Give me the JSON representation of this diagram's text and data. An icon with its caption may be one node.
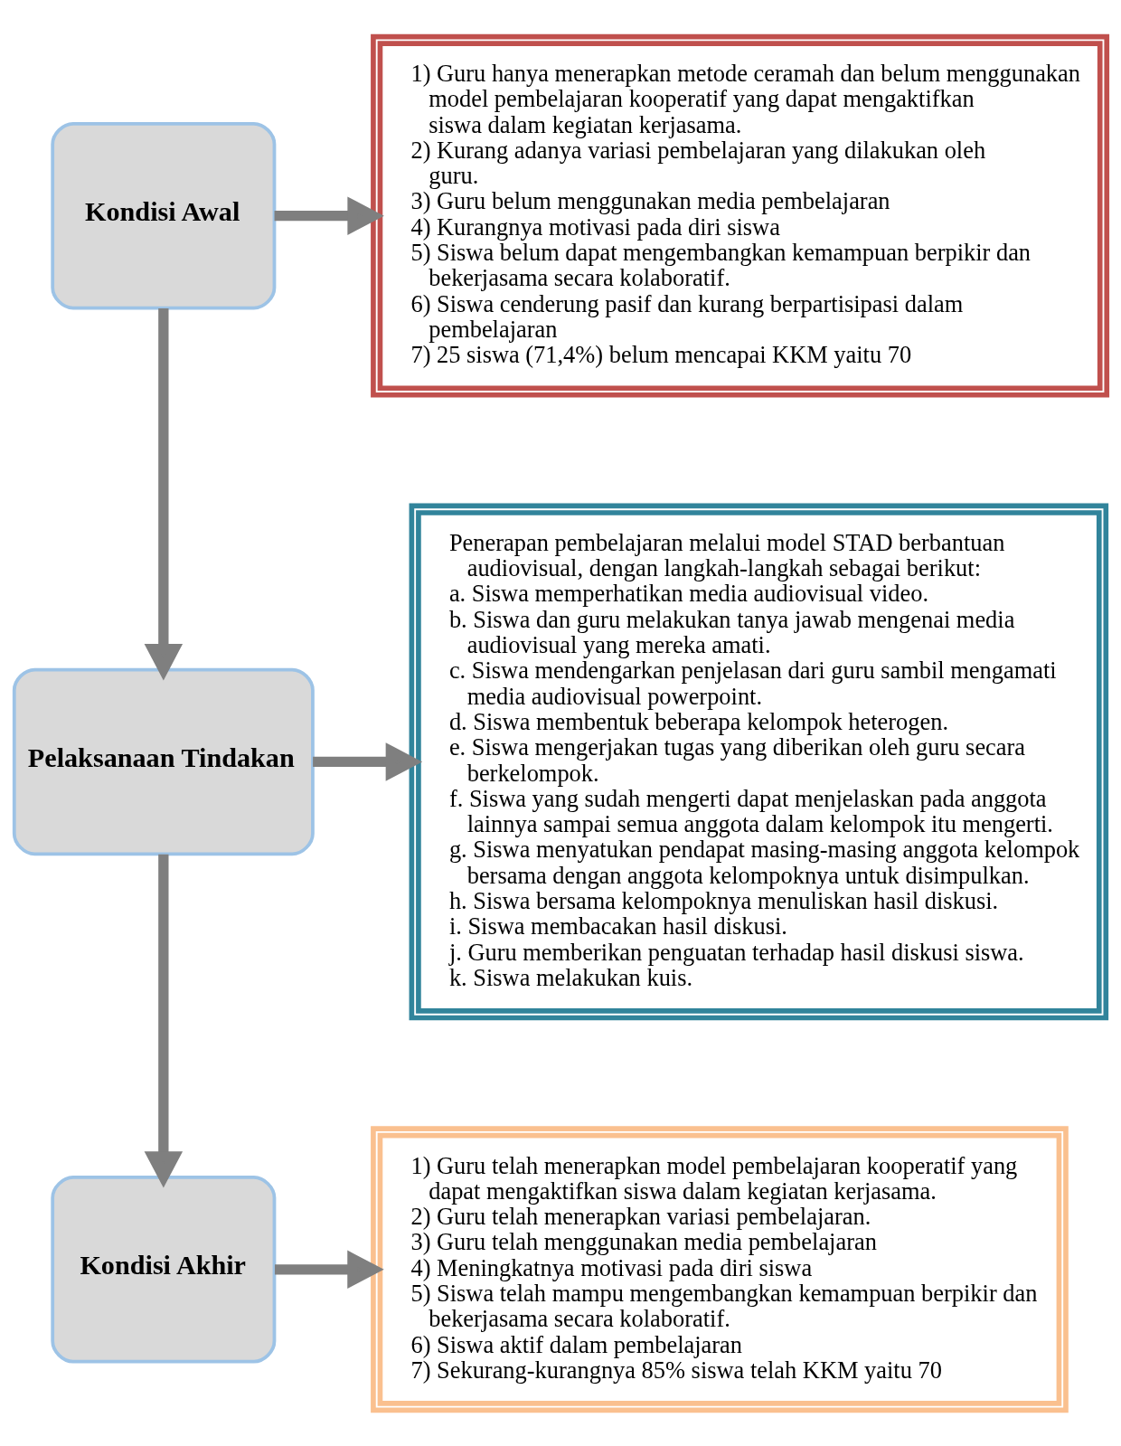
{
  "diagram": {
    "nodes": [
      {
        "text": [
          "Kondisi Awal"
        ]
      },
      {
        "text": [
          "1) Guru hanya menerapkan metode ceramah dan belum menggunakan model pembelajaran kooperatif yang dapat mengaktifkan siswa dalam kegiatan kerjasama.",
          "2) Kurang adanya variasi pembelajaran yang dilakukan oleh guru.",
          "3) Guru belum menggunakan media pembelajaran",
          "4) Kurangnya motivasi pada diri siswa",
          "5) Siswa belum dapat mengembangkan kemampuan berpikir dan bekerjasama secara kolaboratif.",
          "6) Siswa cenderung pasif dan kurang berpartisipasi dalam pembelajaran",
          "7) 25 siswa (71,4%) belum mencapai KKM yaitu 70"
        ]
      },
      {
        "text": [
          "Pelaksanaan Tindakan"
        ]
      },
      {
        "text": [
          "Penerapan pembelajaran melalui model STAD berbantuan audiovisual, dengan langkah-langkah sebagai berikut:",
          "a. Siswa memperhatikan media audiovisual video.",
          "b. Siswa dan guru melakukan tanya jawab mengenai media audiovisual yang mereka amati.",
          "c. Siswa mendengarkan penjelasan dari guru sambil mengamati media audiovisual powerpoint.",
          "d. Siswa membentuk beberapa kelompok heterogen.",
          "e. Siswa mengerjakan tugas yang diberikan oleh guru secara berkelompok.",
          "f. Siswa yang sudah mengerti dapat menjelaskan pada anggota lainnya sampai semua anggota dalam kelompok itu mengerti.",
          "g. Siswa menyatukan pendapat masing-masing anggota kelompok bersama dengan anggota kelompoknya untuk disimpulkan.",
          "h. Siswa bersama kelompoknya menuliskan hasil diskusi.",
          "i. Siswa membacakan hasil diskusi.",
          "j. Guru memberikan penguatan terhadap hasil diskusi siswa.",
          "k. Siswa melakukan kuis."
        ]
      },
      {
        "text": [
          "Kondisi Akhir"
        ]
      },
      {
        "text": [
          "1) Guru telah menerapkan model pembelajaran kooperatif yang dapat mengaktifkan siswa dalam kegiatan kerjasama.",
          "2) Guru telah menerapkan variasi pembelajaran.",
          "3) Guru telah menggunakan media pembelajaran",
          "4) Meningkatnya motivasi pada diri siswa",
          "5) Siswa telah mampu mengembangkan kemampuan berpikir dan bekerjasama secara kolaboratif.",
          "6) Siswa aktif dalam pembelajaran",
          "7) Sekurang-kurangnya 85% siswa telah KKM yaitu 70"
        ]
      }
    ],
    "edges": [
      {
        "from": 0,
        "to": 1,
        "arrow": "to"
      },
      {
        "from": 0,
        "to": 2,
        "arrow": "to"
      },
      {
        "from": 2,
        "to": 3,
        "arrow": "to"
      },
      {
        "from": 2,
        "to": 4,
        "arrow": "to"
      },
      {
        "from": 4,
        "to": 5,
        "arrow": "to"
      }
    ]
  }
}
